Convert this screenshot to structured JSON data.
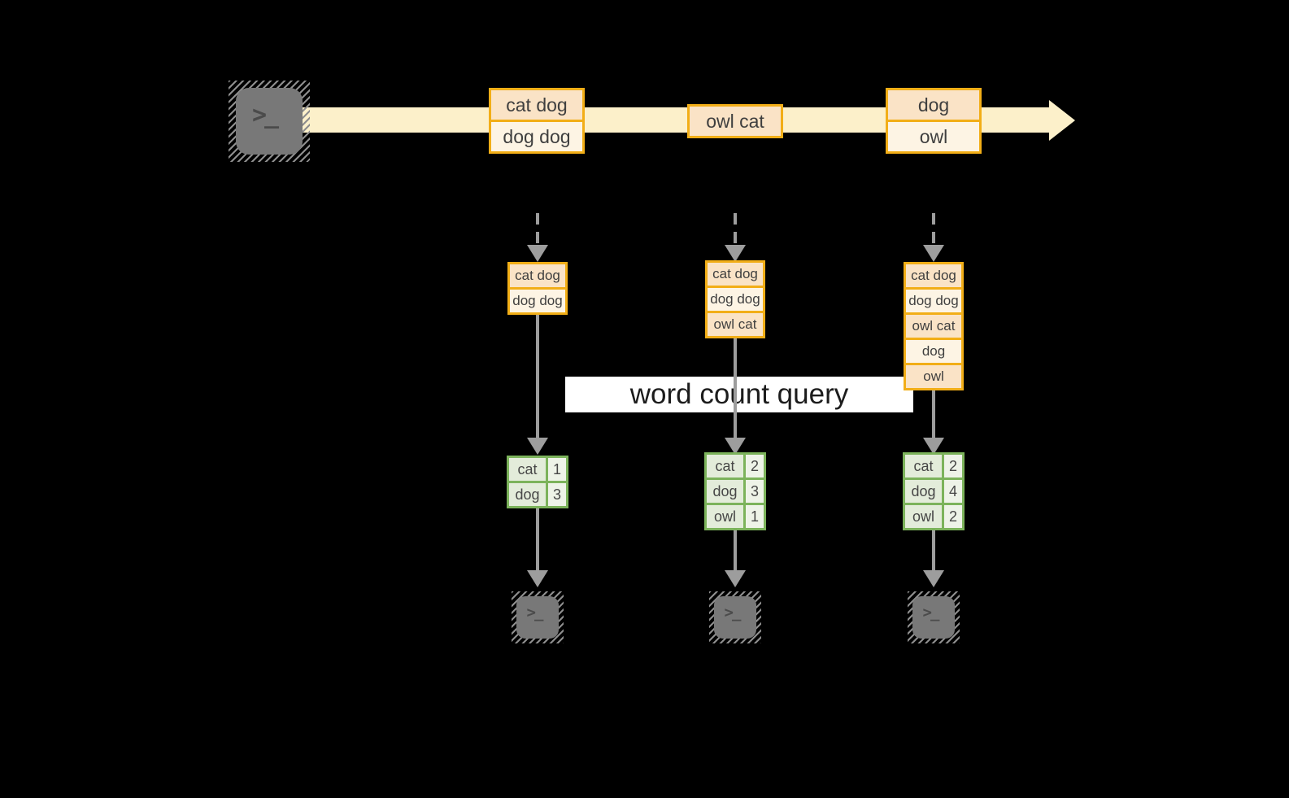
{
  "source": {
    "glyph": ">_"
  },
  "stream": {
    "events": [
      {
        "lines": [
          "cat dog",
          "dog dog"
        ]
      },
      {
        "lines": [
          "owl cat"
        ]
      },
      {
        "lines": [
          "dog",
          "owl"
        ]
      }
    ]
  },
  "query": {
    "label": "word count query"
  },
  "columns": [
    {
      "state": [
        "cat dog",
        "dog dog"
      ],
      "counts": [
        {
          "word": "cat",
          "count": "1"
        },
        {
          "word": "dog",
          "count": "3"
        }
      ]
    },
    {
      "state": [
        "cat dog",
        "dog dog",
        "owl cat"
      ],
      "counts": [
        {
          "word": "cat",
          "count": "2"
        },
        {
          "word": "dog",
          "count": "3"
        },
        {
          "word": "owl",
          "count": "1"
        }
      ]
    },
    {
      "state": [
        "cat dog",
        "dog dog",
        "owl cat",
        "dog",
        "owl"
      ],
      "counts": [
        {
          "word": "cat",
          "count": "2"
        },
        {
          "word": "dog",
          "count": "4"
        },
        {
          "word": "owl",
          "count": "2"
        }
      ]
    }
  ],
  "sinks": [
    {
      "glyph": ">_"
    },
    {
      "glyph": ">_"
    },
    {
      "glyph": ">_"
    }
  ],
  "colors": {
    "background": "#000000",
    "stream_band": "#fcf0ca",
    "box_border": "#f2ae17",
    "box_fill_dark": "#fae3c6",
    "box_fill_light": "#fdf4e4",
    "table_border": "#7cb35b",
    "table_fill_word": "#e3ecda",
    "table_fill_count": "#eef3e8",
    "arrow_gray": "#9d9d9d",
    "terminal_gray": "#787878",
    "query_bg": "#ffffff"
  }
}
